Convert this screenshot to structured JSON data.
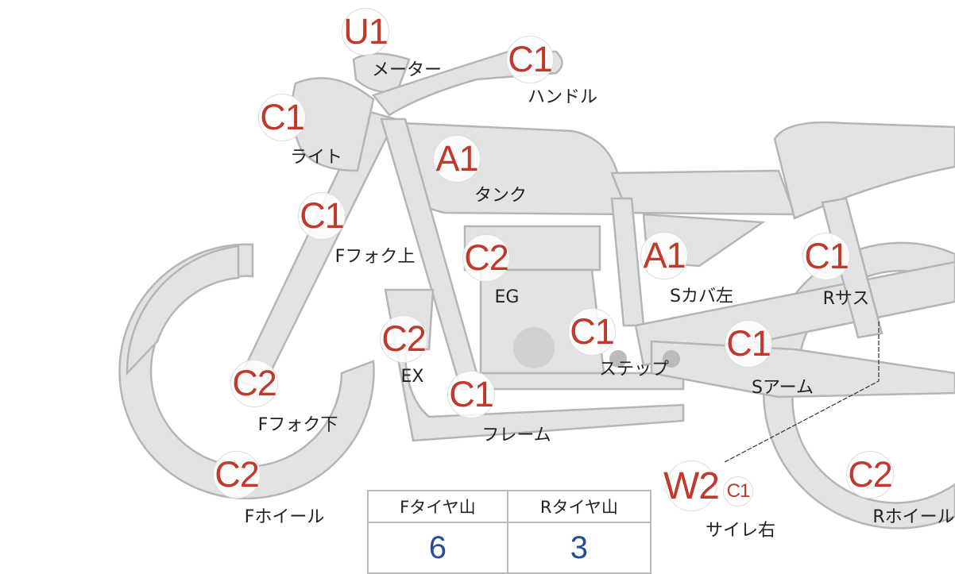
{
  "markers": [
    {
      "grade": "U1",
      "label": "メーター"
    },
    {
      "grade": "C1",
      "label": "ハンドル"
    },
    {
      "grade": "C1",
      "label": "ライト"
    },
    {
      "grade": "A1",
      "label": "タンク"
    },
    {
      "grade": "C1",
      "label": "Fフォク上"
    },
    {
      "grade": "C2",
      "label": "EG"
    },
    {
      "grade": "A1",
      "label": "Sカバ左"
    },
    {
      "grade": "C1",
      "label": "Rサス"
    },
    {
      "grade": "C2",
      "label": "EX"
    },
    {
      "grade": "C1",
      "label": "ステップ"
    },
    {
      "grade": "C1",
      "label": "Sアーム"
    },
    {
      "grade": "C2",
      "label": "Fフォク下"
    },
    {
      "grade": "C1",
      "label": "フレーム"
    },
    {
      "grade": "C2",
      "label": "Fホイール"
    },
    {
      "grade": "W2",
      "label": "サイレ右",
      "sub_grade": "C1"
    },
    {
      "grade": "C2",
      "label": "Rホイール"
    }
  ],
  "tire_table": {
    "headers": [
      "Fタイヤ山",
      "Rタイヤ山"
    ],
    "values": [
      "6",
      "3"
    ]
  },
  "colors": {
    "grade": "#c0392b",
    "value": "#2c4a9a",
    "part_fill": "#e3e3e3",
    "part_stroke": "#b5b5b5"
  }
}
